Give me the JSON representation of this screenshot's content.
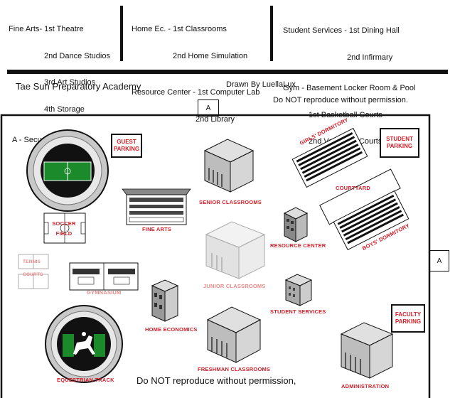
{
  "legend": {
    "col1": [
      "Fine Arts- 1st Theatre",
      "2nd Dance Studios",
      "3rd Art Studios",
      "4th Storage",
      "A - Security Gates"
    ],
    "col2": [
      "Home Ec. - 1st Classrooms",
      "2nd Home Simulation",
      "Resource Center - 1st Computer Lab",
      "2nd Library"
    ],
    "col3": [
      "Student Services - 1st Dining Hall",
      "2nd Infirmary",
      "Gym - Basement Locker Room & Pool",
      "1st Basketball Courts",
      "2nd Volleyball Courts"
    ]
  },
  "header": {
    "title": "Tae Sun Preparatory Academy",
    "credit": "Drawn By LuellaLux",
    "notice_top": "Do NOT reproduce without permission."
  },
  "gates": {
    "top": "A",
    "right": "A"
  },
  "map": {
    "guest_parking": "GUEST PARKING",
    "student_parking": "STUDENT PARKING",
    "faculty_parking": "FACULTY PARKING",
    "girls_dormitory": "GIRLS' DORMITORY",
    "boys_dormitory": "BOYS' DORMITORY",
    "courtyard": "COURTYARD",
    "senior_classrooms": "SENIOR CLASSROOMS",
    "fine_arts": "FINE ARTS",
    "resource_center": "RESOURCE CENTER",
    "soccer_field": "SOCCER FIELD",
    "tennis_courts": "TENNIS COURTS",
    "gymnasium": "GYMNASIUM",
    "junior_classrooms": "JUNIOR CLASSROOMS",
    "student_services": "STUDENT SERVICES",
    "home_economics": "HOME ECONOMICS",
    "freshman_classrooms": "FRESHMAN CLASSROOMS",
    "equestrian_track": "EQUESTRIAN TRACK",
    "administration": "ADMINISTRATION",
    "notice_bottom": "Do NOT reproduce without permission,"
  },
  "colors": {
    "label_red": "#d0202a",
    "label_pink": "#e88a8a",
    "field_green": "#1a8a2a"
  }
}
